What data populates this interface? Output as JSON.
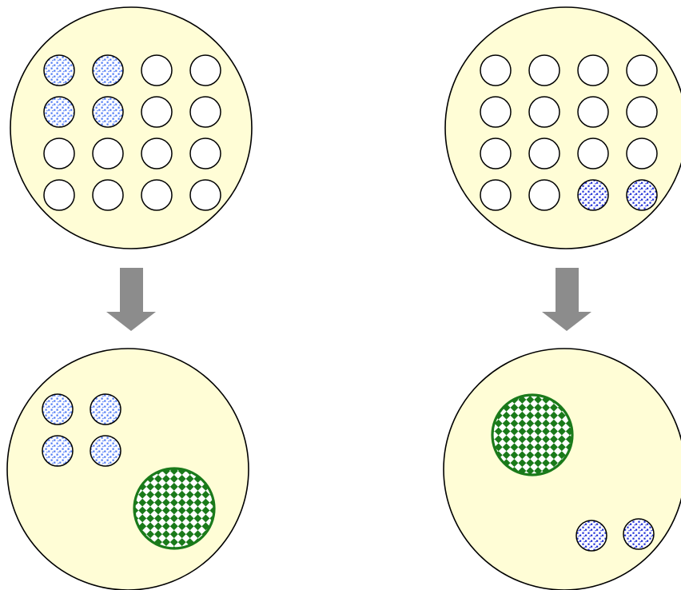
{
  "diagram": {
    "colors": {
      "plate_fill": "#FFFDD6",
      "outline": "#000000",
      "arrow": "#8C8C8C",
      "light_blue_dots": "#4D79F5",
      "dark_blue_dots": "#1F2FD8",
      "green_check": "#1A7A1A"
    },
    "panels": [
      {
        "id": "left",
        "grid_rows": 4,
        "grid_cols": 4,
        "filled_cells": [
          [
            0,
            0
          ],
          [
            0,
            1
          ],
          [
            1,
            0
          ],
          [
            1,
            1
          ]
        ],
        "fill_style": "light-blue-dots",
        "result": {
          "small_circles": 4,
          "small_style": "light-blue-dots",
          "large_circle_style": "green-checker"
        }
      },
      {
        "id": "right",
        "grid_rows": 4,
        "grid_cols": 4,
        "filled_cells": [
          [
            3,
            2
          ],
          [
            3,
            3
          ]
        ],
        "fill_style": "dark-blue-dots",
        "result": {
          "small_circles": 2,
          "small_style": "dark-blue-dots",
          "large_circle_style": "green-checker"
        }
      }
    ]
  }
}
